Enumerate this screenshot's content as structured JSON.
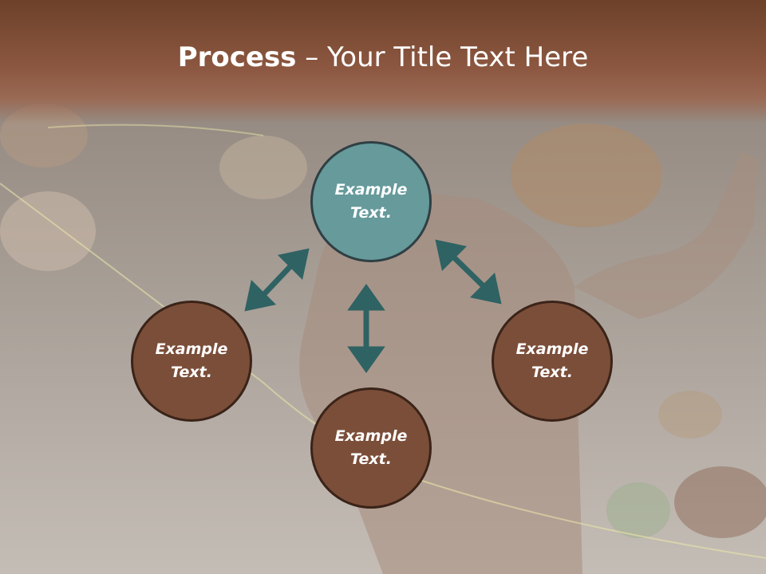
{
  "slide": {
    "title_bold": "Process",
    "title_rest": " – Your Title Text Here"
  },
  "nodes": [
    {
      "line1": "Example",
      "line2": "Text.",
      "color": "#669a9b"
    },
    {
      "line1": "Example",
      "line2": "Text.",
      "color": "#7b4e39"
    },
    {
      "line1": "Example",
      "line2": "Text.",
      "color": "#7b4e39"
    },
    {
      "line1": "Example",
      "line2": "Text.",
      "color": "#7b4e39"
    }
  ],
  "colors": {
    "arrow": "#2f6263",
    "header": "#8c5740"
  }
}
